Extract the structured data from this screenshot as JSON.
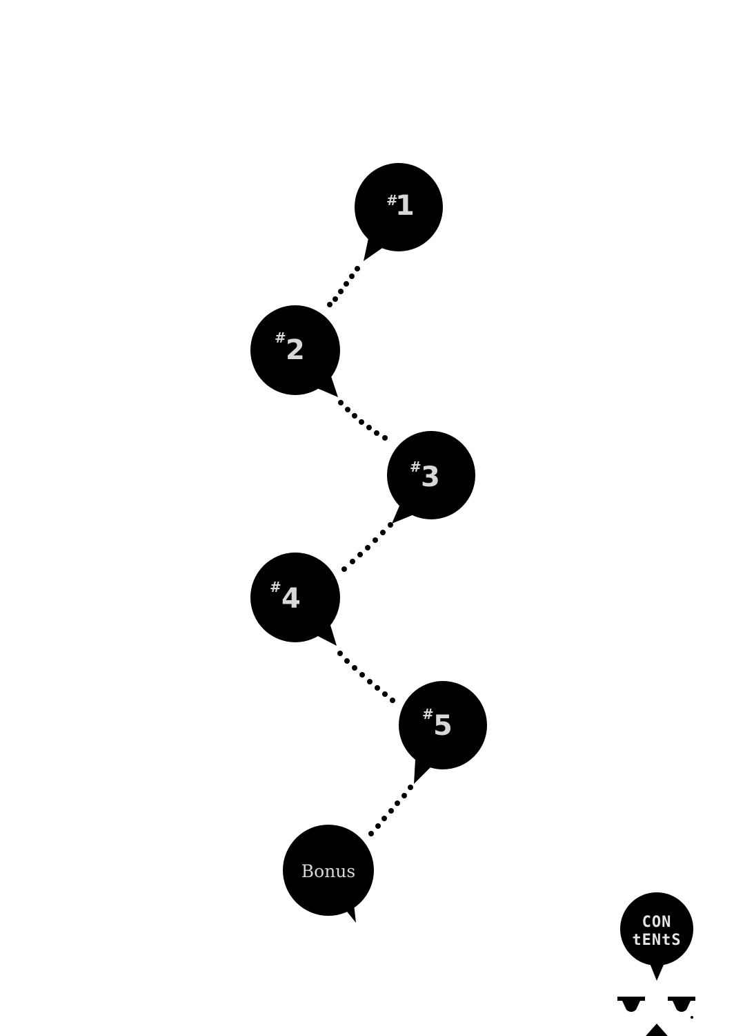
{
  "chapters": [
    {
      "hash": "#",
      "number": "1"
    },
    {
      "hash": "#",
      "number": "2"
    },
    {
      "hash": "#",
      "number": "3"
    },
    {
      "hash": "#",
      "number": "4"
    },
    {
      "hash": "#",
      "number": "5"
    }
  ],
  "bonus": {
    "label": "Bonus"
  },
  "contents_badge": {
    "line1": "CON",
    "line2": "tENtS"
  },
  "colors": {
    "bubble": "#000000",
    "text": "#d8d8d8",
    "background": "#ffffff"
  }
}
